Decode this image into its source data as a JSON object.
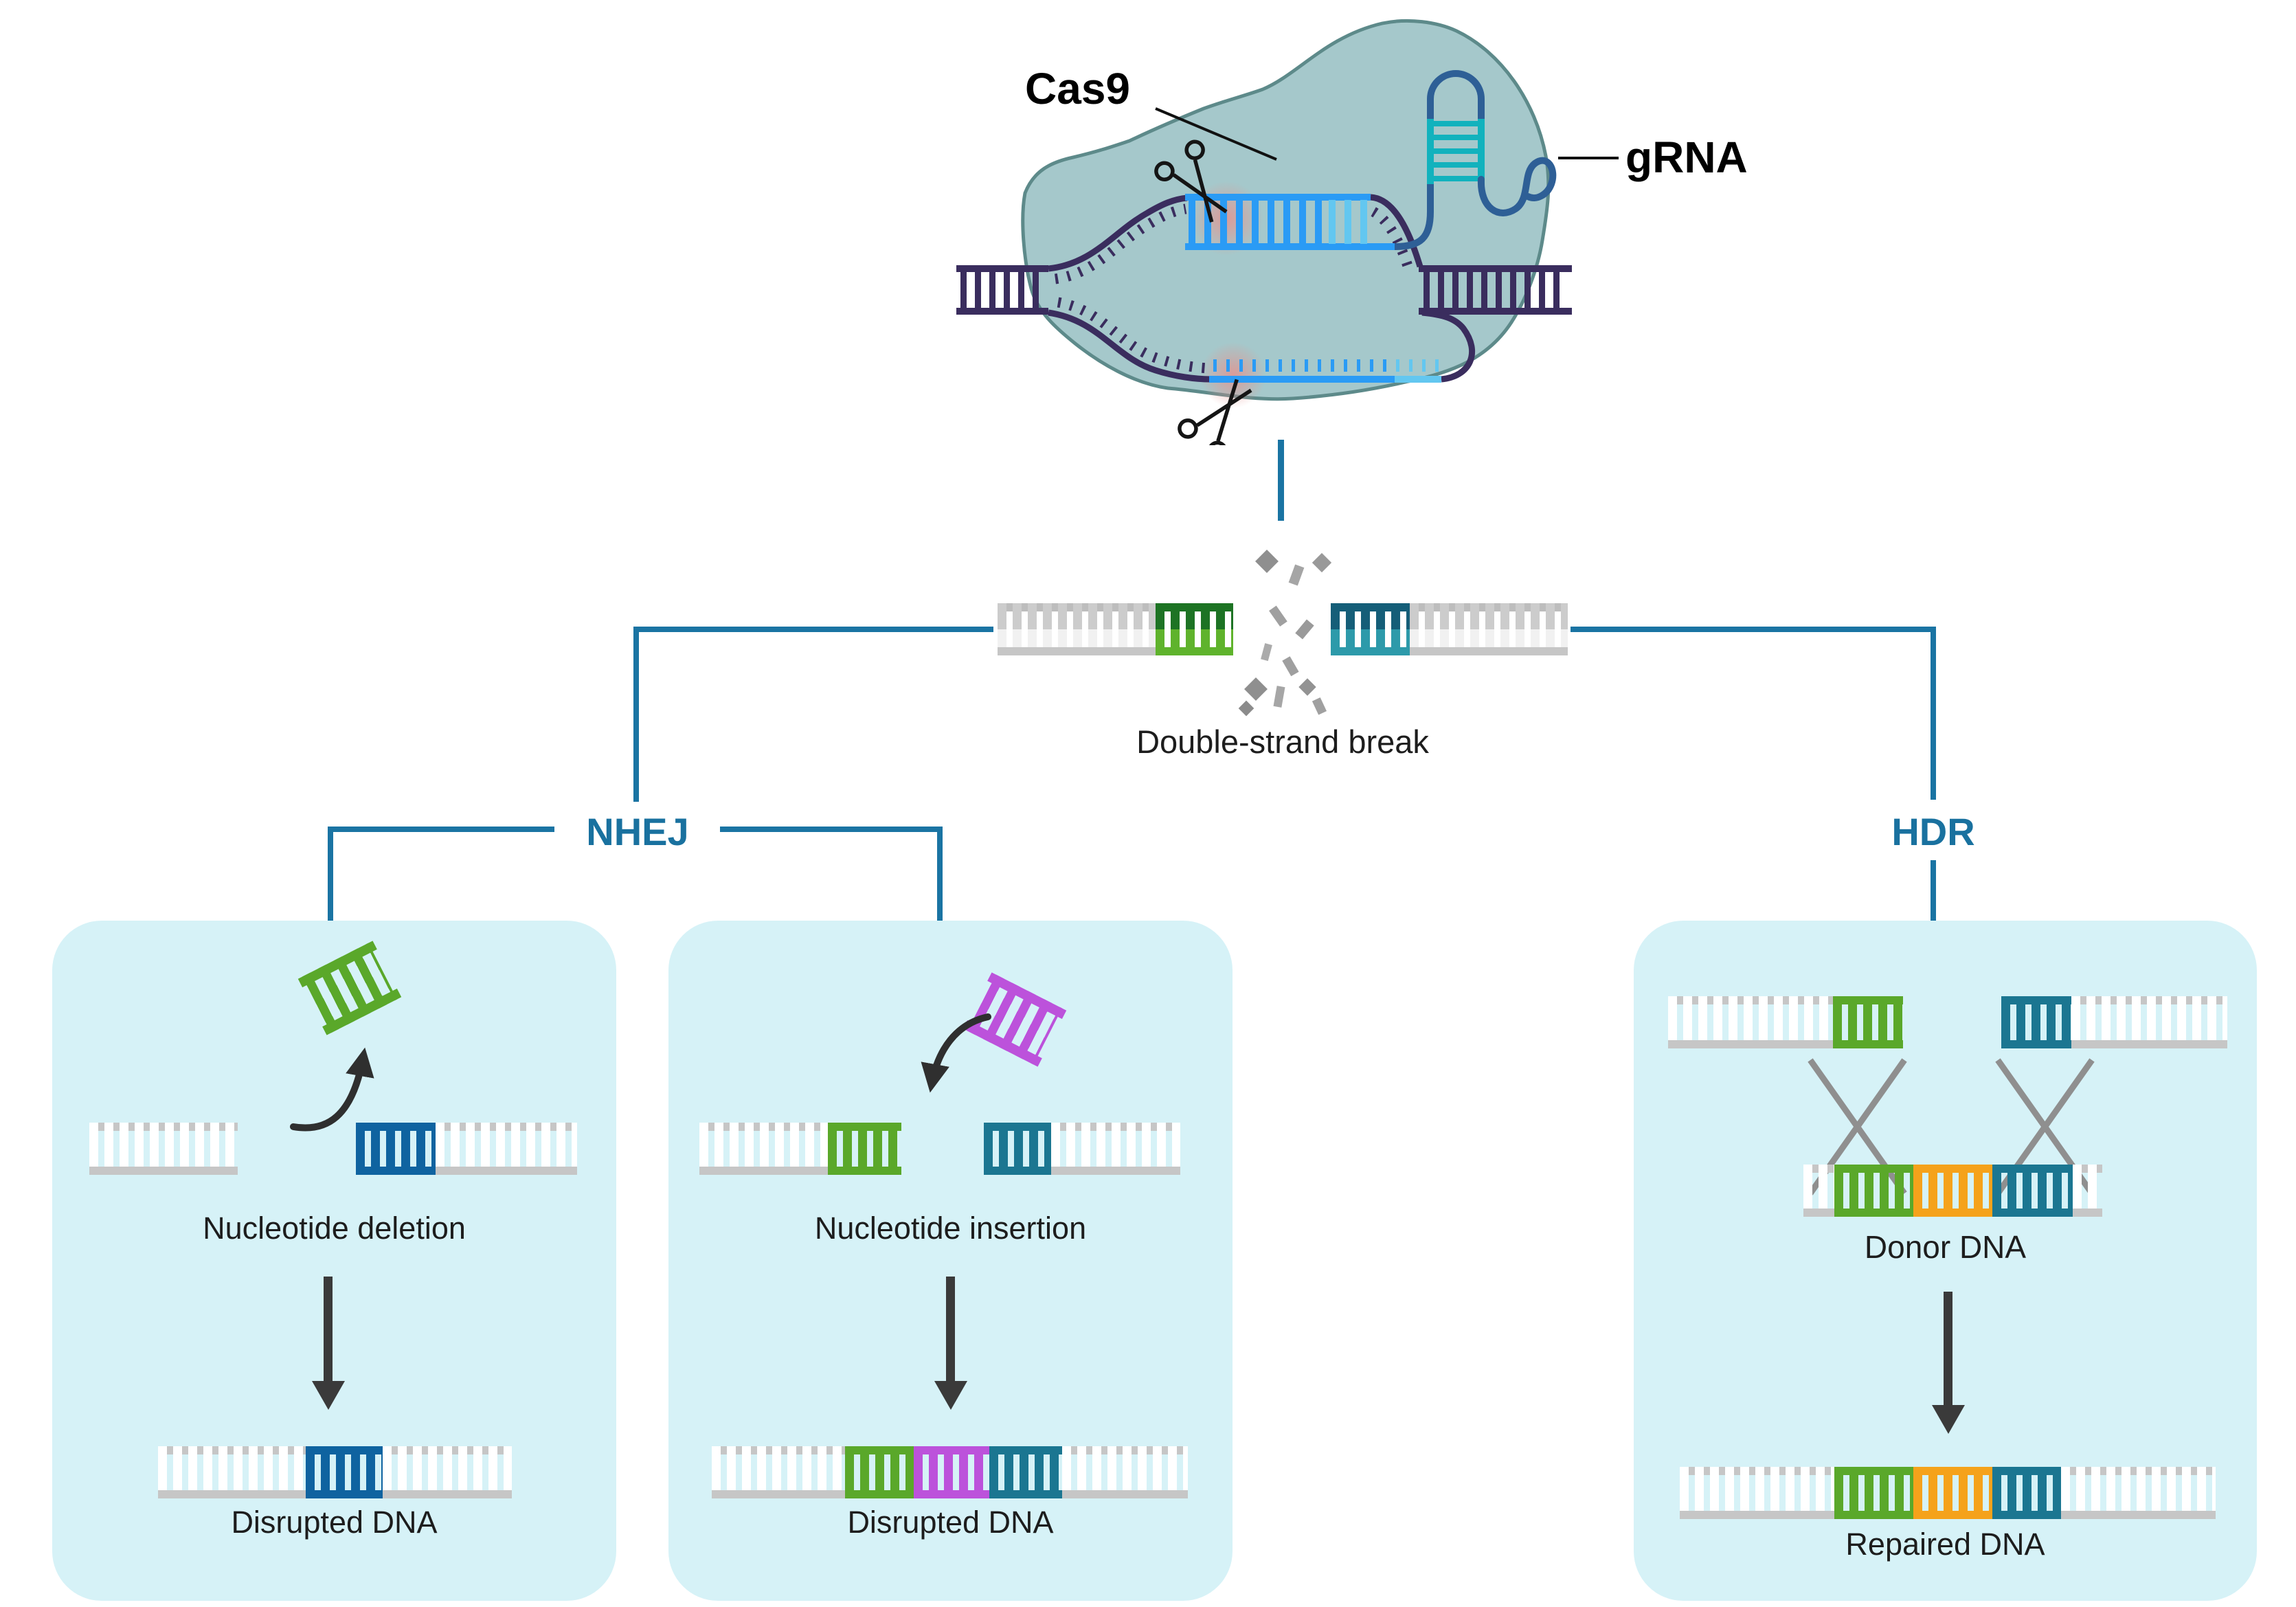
{
  "labels": {
    "cas9": "Cas9",
    "grna": "gRNA",
    "double_strand_break": "Double-strand break",
    "nhej": "NHEJ",
    "hdr": "HDR"
  },
  "boxes": {
    "deletion": {
      "title": "Nucleotide deletion",
      "result": "Disrupted DNA"
    },
    "insertion": {
      "title": "Nucleotide insertion",
      "result": "Disrupted DNA"
    },
    "hdr": {
      "title": "Donor DNA",
      "result": "Repaired DNA"
    }
  },
  "colors": {
    "connector": "#1a74a3",
    "branch_text": "#19719f",
    "box_background": "#d6f2f7",
    "blob_fill": "#a5c8cb",
    "blob_stroke": "#5d8a8a",
    "genomic_dna_purple": "#3a2d5e",
    "target_blue": "#2a9bf5",
    "target_light_blue": "#63c7f0",
    "grna_blue": "#2e5f96",
    "grna_cyan": "#12b2bd",
    "cut_glow_pink": "#e4938f",
    "segment_blue": "#0f63a0",
    "segment_green": "#5aa82a",
    "segment_dark_green": "#1d7324",
    "segment_light_green": "#5fb32c",
    "segment_teal": "#1b7691",
    "segment_dark_teal": "#155e78",
    "segment_light_teal": "#2d9aaa",
    "segment_magenta": "#bc52db",
    "segment_orange": "#f5a21b",
    "gray_rail": "#bdbdbd",
    "arrow_dark": "#3a3a3a",
    "crossover_gray": "#8f8f8f"
  }
}
